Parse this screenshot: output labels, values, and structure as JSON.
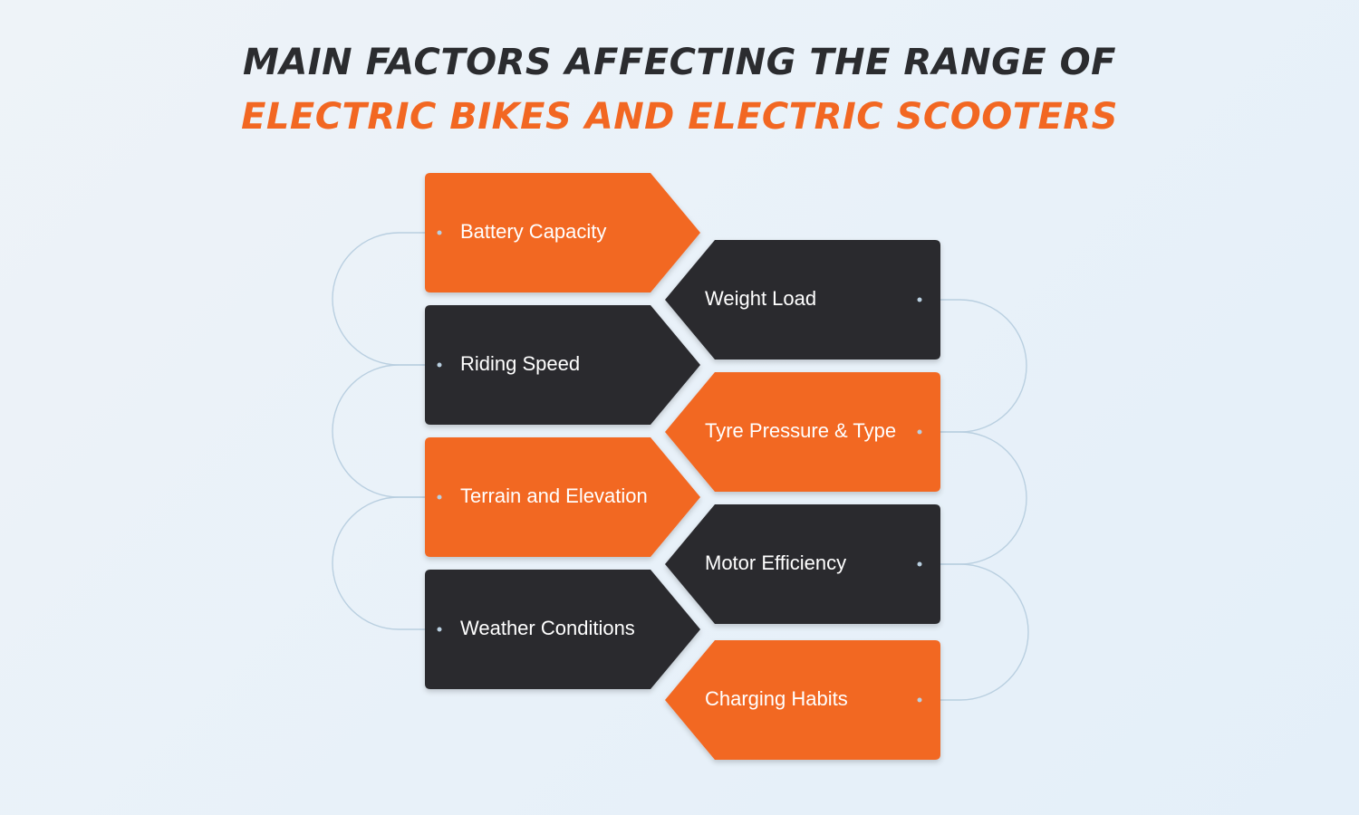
{
  "title": {
    "line1": "MAIN FACTORS AFFECTING THE RANGE OF",
    "line2": "ELECTRIC BIKES AND ELECTRIC SCOOTERS"
  },
  "colors": {
    "orange": "#f26722",
    "dark": "#2b2c2f",
    "connector": "#b9cfe0",
    "text": "#ffffff"
  },
  "factors": [
    {
      "label": "Battery Capacity",
      "color": "orange",
      "column": "left"
    },
    {
      "label": "Weight Load",
      "color": "dark",
      "column": "right"
    },
    {
      "label": "Riding Speed",
      "color": "dark",
      "column": "left"
    },
    {
      "label": "Tyre Pressure & Type",
      "color": "orange",
      "column": "right"
    },
    {
      "label": "Terrain and Elevation",
      "color": "orange",
      "column": "left"
    },
    {
      "label": "Motor Efficiency",
      "color": "dark",
      "column": "right"
    },
    {
      "label": "Weather Conditions",
      "color": "dark",
      "column": "left"
    },
    {
      "label": "Charging Habits",
      "color": "orange",
      "column": "right"
    }
  ]
}
